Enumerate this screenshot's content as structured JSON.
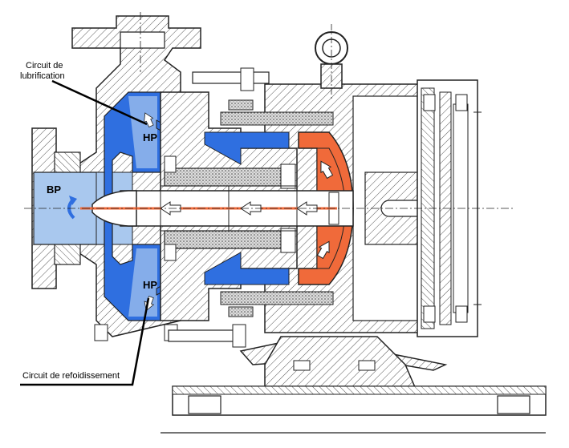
{
  "labels": {
    "lubrification_line1": "Circuit de",
    "lubrification_line2": "lubrification",
    "refroidissement": "Circuit de refoidissement",
    "bp": "BP",
    "hp_top": "HP",
    "hp_bottom": "HP"
  },
  "colors": {
    "line": "#222222",
    "hatch": "#555555",
    "fluid_dark": "#2f6fe0",
    "fluid_light": "#a9c8ee",
    "flow_orange": "#f06a3a",
    "magnet": "#9a9a9a",
    "background": "#ffffff"
  },
  "icons": {
    "flow_arrow": "arrow-left-icon",
    "inlet_symbol": "return-flow-icon",
    "eyebolt": "lifting-eye-icon"
  }
}
